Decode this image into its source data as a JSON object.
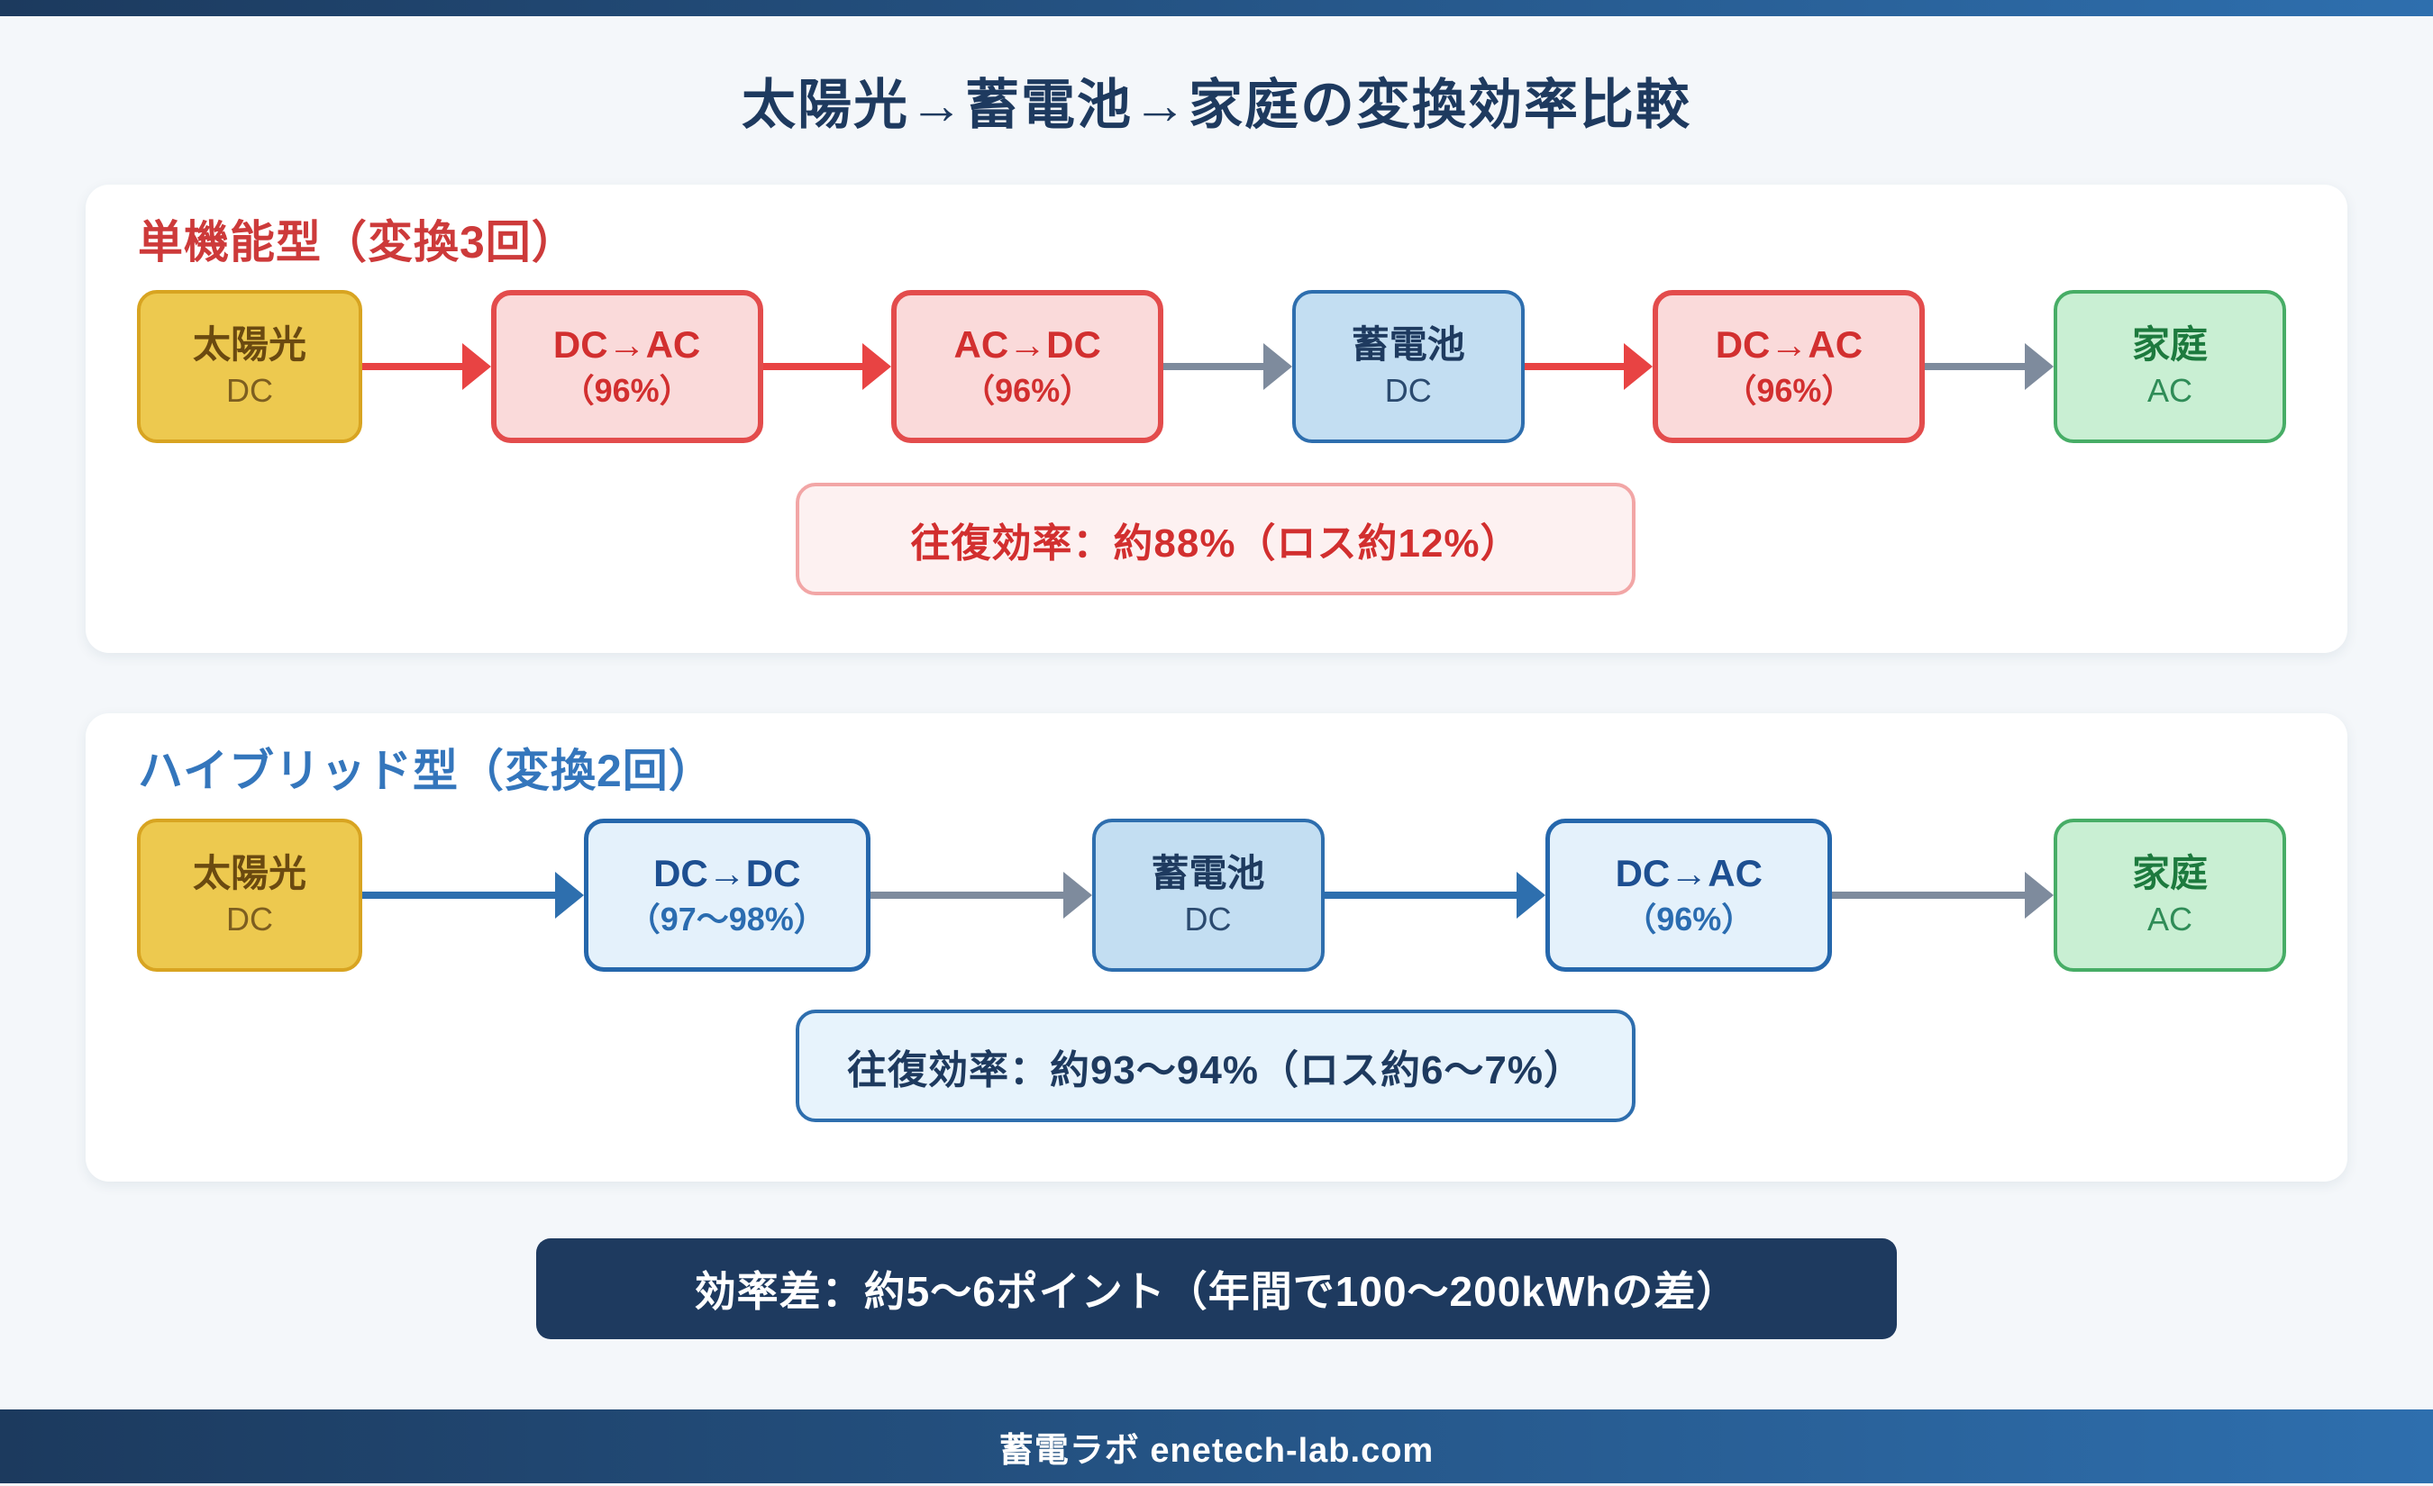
{
  "page": {
    "title": "太陽光→蓄電池→家庭の変換効率比較",
    "footer": "蓄電ラボ enetech-lab.com",
    "conclusion": "効率差：約5〜6ポイント（年間で100〜200kWhの差）"
  },
  "colors": {
    "background": "#f4f7fa",
    "navy": "#1e3a5f",
    "bar_gradient_left": "#1c3a5e",
    "bar_gradient_right": "#2e6fae",
    "red_accent": "#cd3a3a",
    "blue_accent": "#3476bc",
    "arrow_red": "#e84343",
    "arrow_blue": "#2e6fae",
    "arrow_gray": "#7e8b9d",
    "solar_fill": "#edc94f",
    "battery_fill": "#c3def2",
    "home_fill": "#c9efd3",
    "conv_red_fill": "#fadada",
    "conv_blue_fill": "#e4f1fb"
  },
  "sections": [
    {
      "id": "single",
      "label": "単機能型（変換3回）",
      "nodes": [
        {
          "title": "太陽光",
          "subtitle": "DC",
          "style": "solar"
        },
        {
          "title": "DC→AC",
          "subtitle": "（96%）",
          "style": "conv-red"
        },
        {
          "title": "AC→DC",
          "subtitle": "（96%）",
          "style": "conv-red"
        },
        {
          "title": "蓄電池",
          "subtitle": "DC",
          "style": "battery"
        },
        {
          "title": "DC→AC",
          "subtitle": "（96%）",
          "style": "conv-red"
        },
        {
          "title": "家庭",
          "subtitle": "AC",
          "style": "home"
        }
      ],
      "arrows": [
        "red",
        "red",
        "gray",
        "red",
        "gray"
      ],
      "summary": "往復効率：約88%（ロス約12%）"
    },
    {
      "id": "hybrid",
      "label": "ハイブリッド型（変換2回）",
      "nodes": [
        {
          "title": "太陽光",
          "subtitle": "DC",
          "style": "solar"
        },
        {
          "title": "DC→DC",
          "subtitle": "（97〜98%）",
          "style": "conv-blue"
        },
        {
          "title": "蓄電池",
          "subtitle": "DC",
          "style": "battery"
        },
        {
          "title": "DC→AC",
          "subtitle": "（96%）",
          "style": "conv-blue"
        },
        {
          "title": "家庭",
          "subtitle": "AC",
          "style": "home"
        }
      ],
      "arrows": [
        "blue",
        "gray",
        "blue",
        "gray"
      ],
      "summary": "往復効率：約93〜94%（ロス約6〜7%）"
    }
  ]
}
